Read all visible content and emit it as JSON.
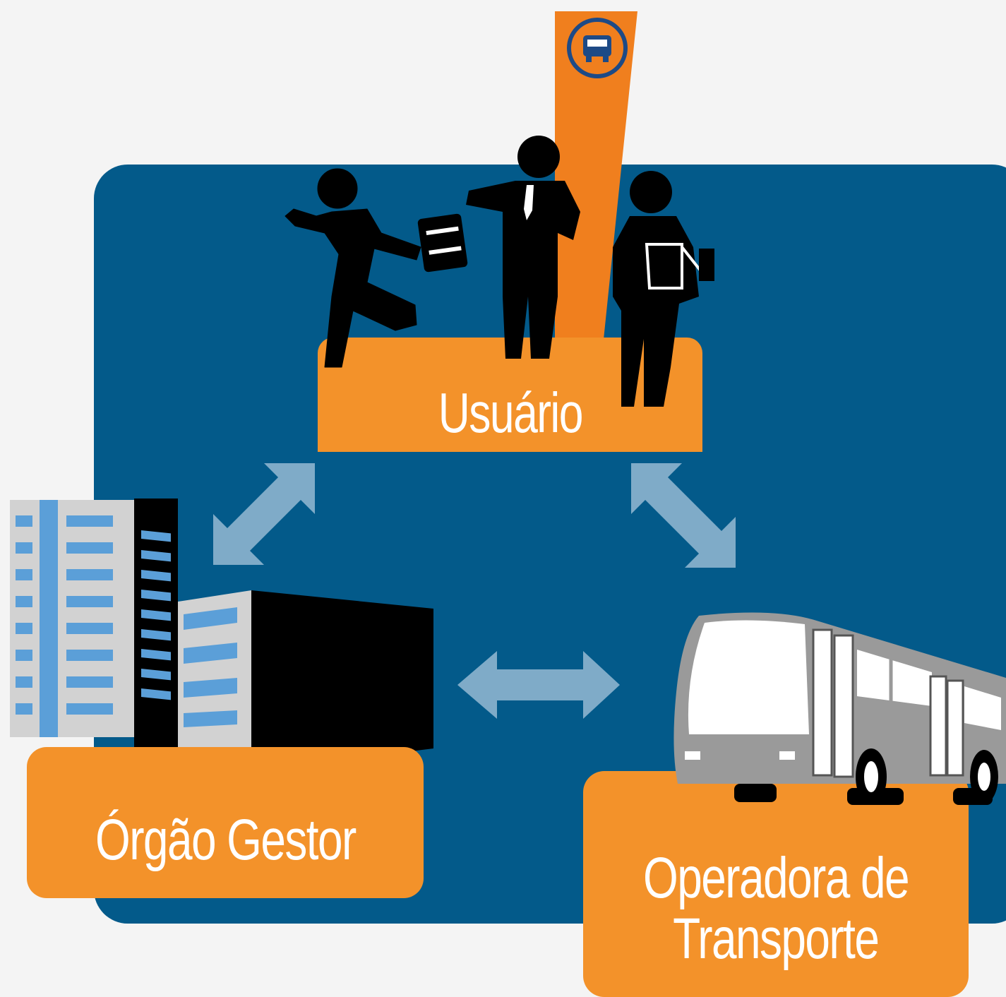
{
  "nodes": {
    "usuario": {
      "label": "Usuário"
    },
    "orgao_gestor": {
      "label": "Órgão Gestor"
    },
    "operadora": {
      "line1": "Operadora de",
      "line2": "Transporte"
    }
  },
  "icons": [
    "bus-stop-sign-icon",
    "people-icon",
    "buildings-icon",
    "bus-icon",
    "double-arrow-icon"
  ],
  "colors": {
    "panel": "#035a8a",
    "label_bg": "#f3922a",
    "label_text": "#ffffff",
    "arrow": "#7fabc8",
    "page_bg": "#f4f4f4"
  }
}
